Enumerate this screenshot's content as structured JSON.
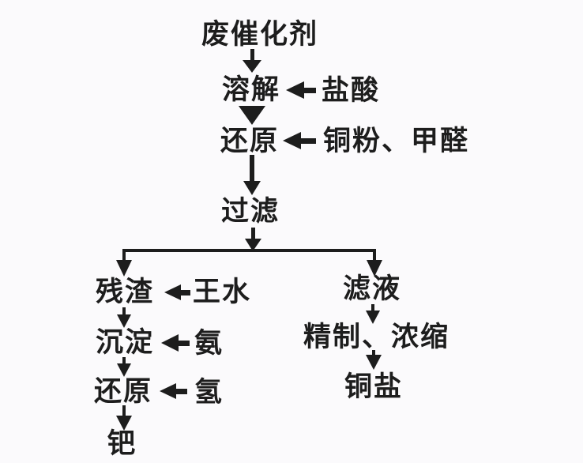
{
  "diagram": {
    "type": "flowchart",
    "language": "zh-CN",
    "colors": {
      "ink": "#1d1d1d",
      "background": "#fbfafc"
    },
    "nodes": {
      "waste_catalyst": "废催化剂",
      "dissolve": "溶解",
      "reduction1": "还原",
      "filter": "过滤",
      "residue": "残渣",
      "precipitate": "沉淀",
      "reduction2": "还原",
      "palladium": "钯",
      "filtrate": "滤液",
      "refine_concentrate": "精制、浓缩",
      "copper_salt": "铜盐"
    },
    "reagents": {
      "hcl": "盐酸",
      "copper_formaldehyde": "铜粉、甲醛",
      "aqua_regia": "王水",
      "ammonia": "氨",
      "hydrogen": "氢"
    },
    "edges": [
      "waste_catalyst -> dissolve",
      "hcl -> dissolve",
      "dissolve -> reduction1",
      "copper_formaldehyde -> reduction1",
      "reduction1 -> filter",
      "filter -> residue",
      "filter -> filtrate",
      "aqua_regia -> residue",
      "residue -> precipitate",
      "ammonia -> precipitate",
      "precipitate -> reduction2",
      "hydrogen -> reduction2",
      "reduction2 -> palladium",
      "filtrate -> refine_concentrate",
      "refine_concentrate -> copper_salt"
    ]
  }
}
